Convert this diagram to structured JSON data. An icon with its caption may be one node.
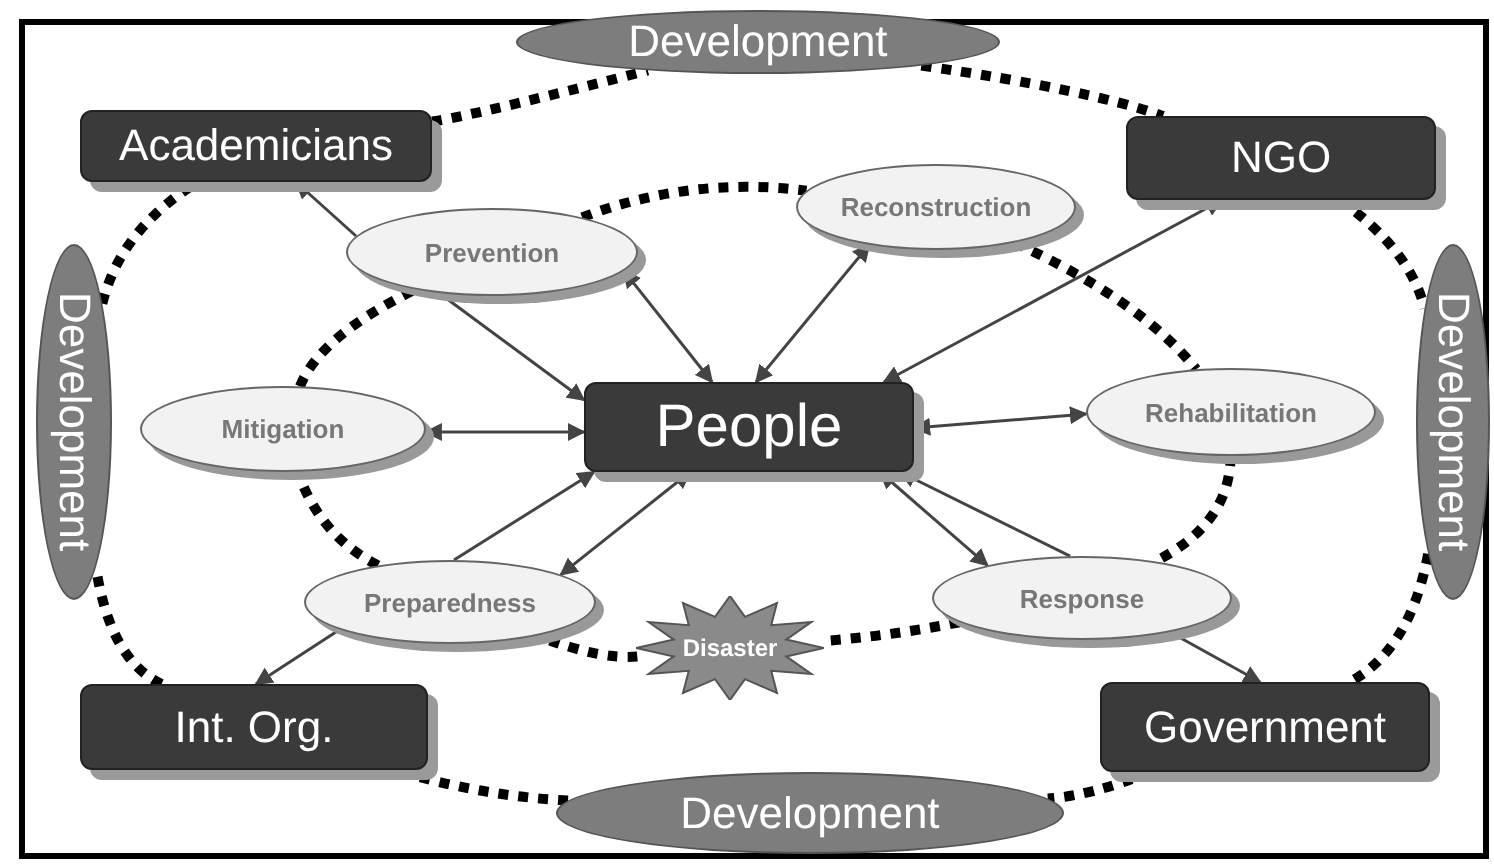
{
  "diagram": {
    "nodes": [
      {
        "text": [
          "Academicians"
        ]
      },
      {
        "text": [
          "Development"
        ]
      },
      {
        "text": [
          "NGO"
        ]
      },
      {
        "text": [
          "Development"
        ]
      },
      {
        "text": [
          "Development"
        ]
      },
      {
        "text": [
          "Prevention"
        ]
      },
      {
        "text": [
          "Reconstruction"
        ]
      },
      {
        "text": [
          "Mitigation"
        ]
      },
      {
        "text": [
          "People"
        ]
      },
      {
        "text": [
          "Rehabilitation"
        ]
      },
      {
        "text": [
          "Preparedness"
        ]
      },
      {
        "text": [
          "Disaster"
        ]
      },
      {
        "text": [
          "Response"
        ]
      },
      {
        "text": [
          "Int. Org."
        ]
      },
      {
        "text": [
          "Government"
        ]
      },
      {
        "text": [
          "Development"
        ]
      }
    ],
    "edges": [
      {
        "from": 0,
        "to": 1,
        "arrow": "none",
        "style": "dashed"
      },
      {
        "from": 1,
        "to": 2,
        "arrow": "none",
        "style": "dashed"
      },
      {
        "from": 2,
        "to": 4,
        "arrow": "none",
        "style": "dashed"
      },
      {
        "from": 4,
        "to": 14,
        "arrow": "none",
        "style": "dashed"
      },
      {
        "from": 14,
        "to": 15,
        "arrow": "none",
        "style": "dashed"
      },
      {
        "from": 15,
        "to": 13,
        "arrow": "none",
        "style": "dashed"
      },
      {
        "from": 13,
        "to": 3,
        "arrow": "none",
        "style": "dashed"
      },
      {
        "from": 3,
        "to": 0,
        "arrow": "none",
        "style": "dashed"
      },
      {
        "from": 5,
        "to": 6,
        "arrow": "none",
        "style": "dashed"
      },
      {
        "from": 6,
        "to": 9,
        "arrow": "none",
        "style": "dashed"
      },
      {
        "from": 9,
        "to": 12,
        "arrow": "none",
        "style": "dashed"
      },
      {
        "from": 12,
        "to": 11,
        "arrow": "none",
        "style": "dashed"
      },
      {
        "from": 11,
        "to": 10,
        "arrow": "none",
        "style": "dashed"
      },
      {
        "from": 10,
        "to": 7,
        "arrow": "none",
        "style": "dashed"
      },
      {
        "from": 7,
        "to": 5,
        "arrow": "none",
        "style": "dashed"
      },
      {
        "from": 5,
        "to": 0,
        "arrow": "to"
      },
      {
        "from": 2,
        "to": 8,
        "arrow": "both"
      },
      {
        "from": 10,
        "to": 13,
        "arrow": "to"
      },
      {
        "from": 12,
        "to": 14,
        "arrow": "to"
      },
      {
        "from": 5,
        "to": 8,
        "arrow": "both"
      },
      {
        "from": 6,
        "to": 8,
        "arrow": "both"
      },
      {
        "from": 7,
        "to": 8,
        "arrow": "both"
      },
      {
        "from": 8,
        "to": 9,
        "arrow": "both"
      },
      {
        "from": 10,
        "to": 8,
        "arrow": "both"
      },
      {
        "from": 12,
        "to": 8,
        "arrow": "both"
      },
      {
        "from": 5,
        "to": 8,
        "arrow": "to"
      },
      {
        "from": 10,
        "to": 8,
        "arrow": "to"
      },
      {
        "from": 12,
        "to": 8,
        "arrow": "to"
      }
    ]
  }
}
